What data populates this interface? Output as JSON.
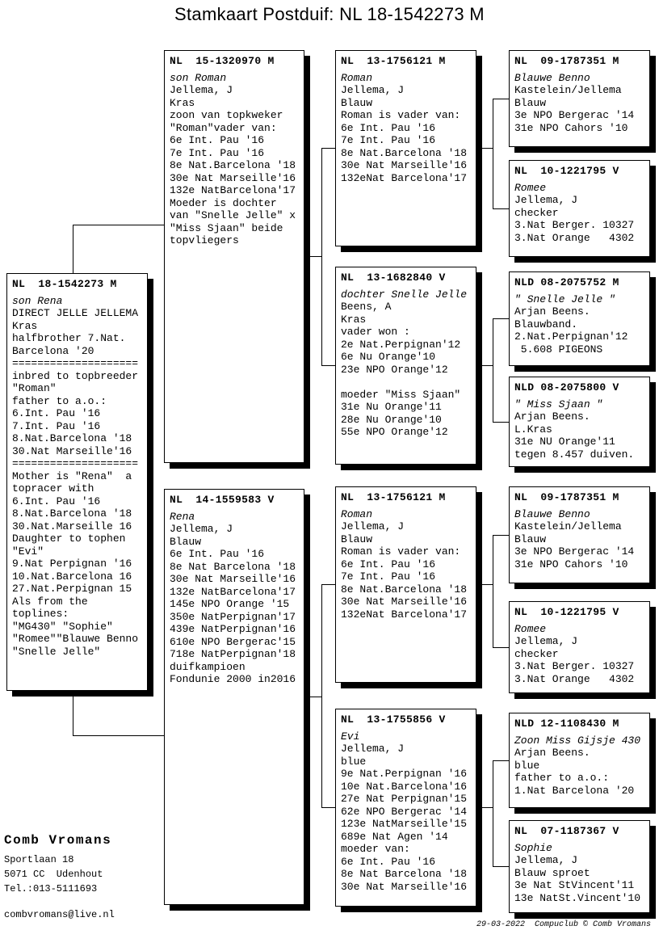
{
  "title": "Stamkaart Postduif: NL  18-1542273 M",
  "boxes": {
    "subject": {
      "ring": "NL  18-1542273 M",
      "name": "son Rena",
      "lines": [
        "DIRECT JELLE JELLEMA",
        "Kras",
        "halfbrother 7.Nat.",
        "Barcelona '20",
        "====================",
        "inbred to topbreeder",
        "\"Roman\"",
        "father to a.o.:",
        "6.Int. Pau '16",
        "7.Int. Pau '16",
        "8.Nat.Barcelona '18",
        "30.Nat Marseille'16",
        "====================",
        "Mother is \"Rena\"  a",
        "topracer with",
        "6.Int. Pau '16",
        "8.Nat.Barcelona '18",
        "30.Nat.Marseille 16",
        "Daughter to tophen",
        "\"Evi\"",
        "9.Nat Perpignan '16",
        "10.Nat.Barcelona 16",
        "27.Nat.Perpignan 15",
        "Als from the",
        "toplines:",
        "\"MG430\" \"Sophie\"",
        "\"Romee\"\"Blauwe Benno",
        "\"Snelle Jelle\""
      ]
    },
    "sire": {
      "ring": "NL  15-1320970 M",
      "name": "son Roman",
      "lines": [
        "Jellema, J",
        "Kras",
        "zoon van topkweker",
        "\"Roman\"vader van:",
        "6e Int. Pau '16",
        "7e Int. Pau '16",
        "8e Nat.Barcelona '18",
        "30e Nat Marseille'16",
        "132e NatBarcelona'17",
        "Moeder is dochter",
        "van \"Snelle Jelle\" x",
        "\"Miss Sjaan\" beide",
        "topvliegers"
      ]
    },
    "dam": {
      "ring": "NL  14-1559583 V",
      "name": "Rena",
      "lines": [
        "Jellema, J",
        "Blauw",
        "6e Int. Pau '16",
        "8e Nat Barcelona '18",
        "30e Nat Marseille'16",
        "132e NatBarcelona'17",
        "145e NPO Orange '15",
        "350e NatPerpignan'17",
        "439e NatPerpignan'16",
        "610e NPO Bergerac'15",
        "718e NatPerpignan'18",
        "duifkampioen",
        "Fondunie 2000 in2016"
      ]
    },
    "sire_sire": {
      "ring": "NL  13-1756121 M",
      "name": "Roman",
      "lines": [
        "Jellema, J",
        "Blauw",
        "Roman is vader van:",
        "6e Int. Pau '16",
        "7e Int. Pau '16",
        "8e Nat.Barcelona '18",
        "30e Nat Marseille'16",
        "132eNat Barcelona'17"
      ]
    },
    "sire_dam": {
      "ring": "NL  13-1682840 V",
      "name": "dochter Snelle Jelle",
      "lines": [
        "Beens, A",
        "Kras",
        "vader won :",
        "2e Nat.Perpignan'12",
        "6e Nu Orange'10",
        "23e NPO Orange'12",
        "",
        "moeder \"Miss Sjaan\"",
        "31e Nu Orange'11",
        "28e Nu Orange'10",
        "55e NPO Orange'12"
      ]
    },
    "dam_sire": {
      "ring": "NL  13-1756121 M",
      "name": "Roman",
      "lines": [
        "Jellema, J",
        "Blauw",
        "Roman is vader van:",
        "6e Int. Pau '16",
        "7e Int. Pau '16",
        "8e Nat.Barcelona '18",
        "30e Nat Marseille'16",
        "132eNat Barcelona'17"
      ]
    },
    "dam_dam": {
      "ring": "NL  13-1755856 V",
      "name": "Evi",
      "lines": [
        "Jellema, J",
        "blue",
        "9e Nat.Perpignan '16",
        "10e Nat.Barcelona'16",
        "27e Nat Perpignan'15",
        "62e NPO Bergerac '14",
        "123e NatMarseille'15",
        "689e Nat Agen '14",
        "moeder van:",
        "6e Int. Pau '16",
        "8e Nat Barcelona '18",
        "30e Nat Marseille'16"
      ]
    },
    "ss_sire": {
      "ring": "NL  09-1787351 M",
      "name": "Blauwe Benno",
      "lines": [
        "Kastelein/Jellema",
        "Blauw",
        "3e NPO Bergerac '14",
        "31e NPO Cahors '10"
      ]
    },
    "ss_dam": {
      "ring": "NL  10-1221795 V",
      "name": "Romee",
      "lines": [
        "Jellema, J",
        "checker",
        "3.Nat Berger. 10327",
        "3.Nat Orange   4302"
      ]
    },
    "sd_sire": {
      "ring": "NLD 08-2075752 M",
      "name": "\" Snelle Jelle \"",
      "lines": [
        "Arjan Beens.",
        "Blauwband.",
        "2.Nat.Perpignan'12",
        " 5.608 PIGEONS"
      ]
    },
    "sd_dam": {
      "ring": "NLD 08-2075800 V",
      "name": "\" Miss Sjaan \"",
      "lines": [
        "Arjan Beens.",
        "L.Kras",
        "31e NU Orange'11",
        "tegen 8.457 duiven."
      ]
    },
    "ds_sire": {
      "ring": "NL  09-1787351 M",
      "name": "Blauwe Benno",
      "lines": [
        "Kastelein/Jellema",
        "Blauw",
        "3e NPO Bergerac '14",
        "31e NPO Cahors '10"
      ]
    },
    "ds_dam": {
      "ring": "NL  10-1221795 V",
      "name": "Romee",
      "lines": [
        "Jellema, J",
        "checker",
        "3.Nat Berger. 10327",
        "3.Nat Orange   4302"
      ]
    },
    "dd_sire": {
      "ring": "NLD 12-1108430 M",
      "name": "Zoon Miss Gijsje 430",
      "lines": [
        "Arjan Beens.",
        "blue",
        "father to a.o.:",
        "1.Nat Barcelona '20"
      ]
    },
    "dd_dam": {
      "ring": "NL  07-1187367 V",
      "name": "Sophie",
      "lines": [
        "Jellema, J",
        "Blauw sproet",
        "3e Nat StVincent'11",
        "13e NatSt.Vincent'10"
      ]
    }
  },
  "owner": {
    "name": "Comb Vromans",
    "address1": "Sportlaan 18",
    "address2": "5071 CC  Udenhout",
    "phone": "Tel.:013-5111693",
    "email": "combvromans@live.nl"
  },
  "footer": {
    "date": "29-03-2022",
    "credit": "Compuclub © Comb Vromans"
  }
}
